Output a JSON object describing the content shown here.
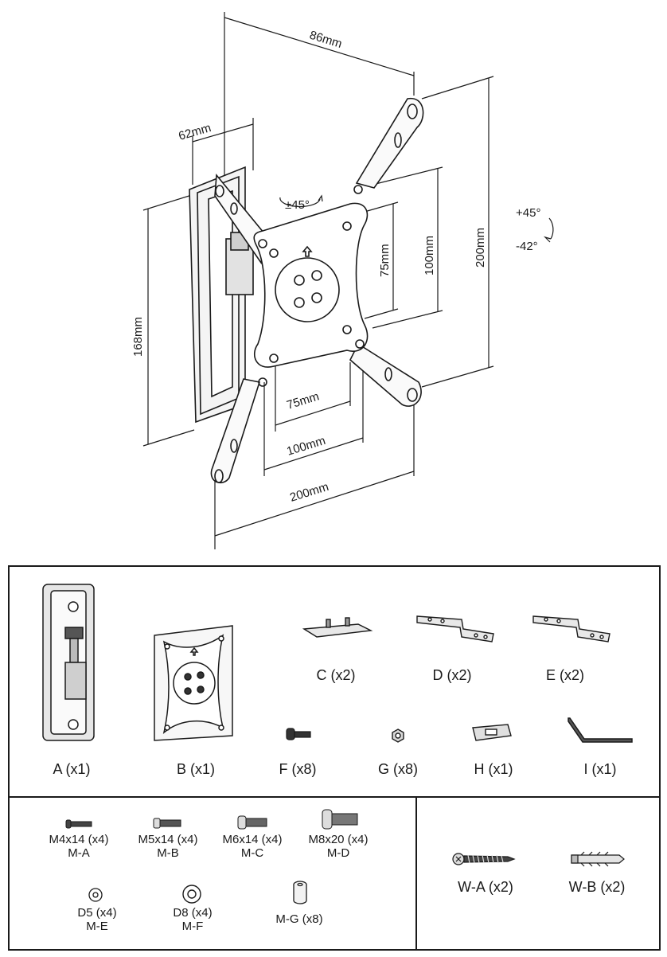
{
  "diagram": {
    "dimensions": {
      "depth_max": "86mm",
      "depth_min": "62mm",
      "swivel": "±45°",
      "tilt_up": "+45°",
      "tilt_down": "-42°",
      "wall_plate_height": "168mm",
      "vesa_v_small": "75mm",
      "vesa_v_large": "100mm",
      "arm_span_v": "200mm",
      "vesa_h_small": "75mm",
      "vesa_h_large": "100mm",
      "arm_span_h": "200mm"
    }
  },
  "parts": {
    "main": [
      {
        "id": "A",
        "label": "A (x1)"
      },
      {
        "id": "B",
        "label": "B (x1)"
      },
      {
        "id": "C",
        "label": "C (x2)"
      },
      {
        "id": "D",
        "label": "D (x2)"
      },
      {
        "id": "E",
        "label": "E (x2)"
      },
      {
        "id": "F",
        "label": "F (x8)"
      },
      {
        "id": "G",
        "label": "G (x8)"
      },
      {
        "id": "H",
        "label": "H (x1)"
      },
      {
        "id": "I",
        "label": "I (x1)"
      }
    ],
    "monitor_hardware": [
      {
        "size": "M4x14 (x4)",
        "code": "M-A"
      },
      {
        "size": "M5x14 (x4)",
        "code": "M-B"
      },
      {
        "size": "M6x14 (x4)",
        "code": "M-C"
      },
      {
        "size": "M8x20 (x4)",
        "code": "M-D"
      },
      {
        "size": "D5 (x4)",
        "code": "M-E"
      },
      {
        "size": "D8 (x4)",
        "code": "M-F"
      },
      {
        "size": "",
        "code": "M-G (x8)"
      }
    ],
    "wall_hardware": [
      {
        "label": "W-A (x2)"
      },
      {
        "label": "W-B (x2)"
      }
    ]
  }
}
